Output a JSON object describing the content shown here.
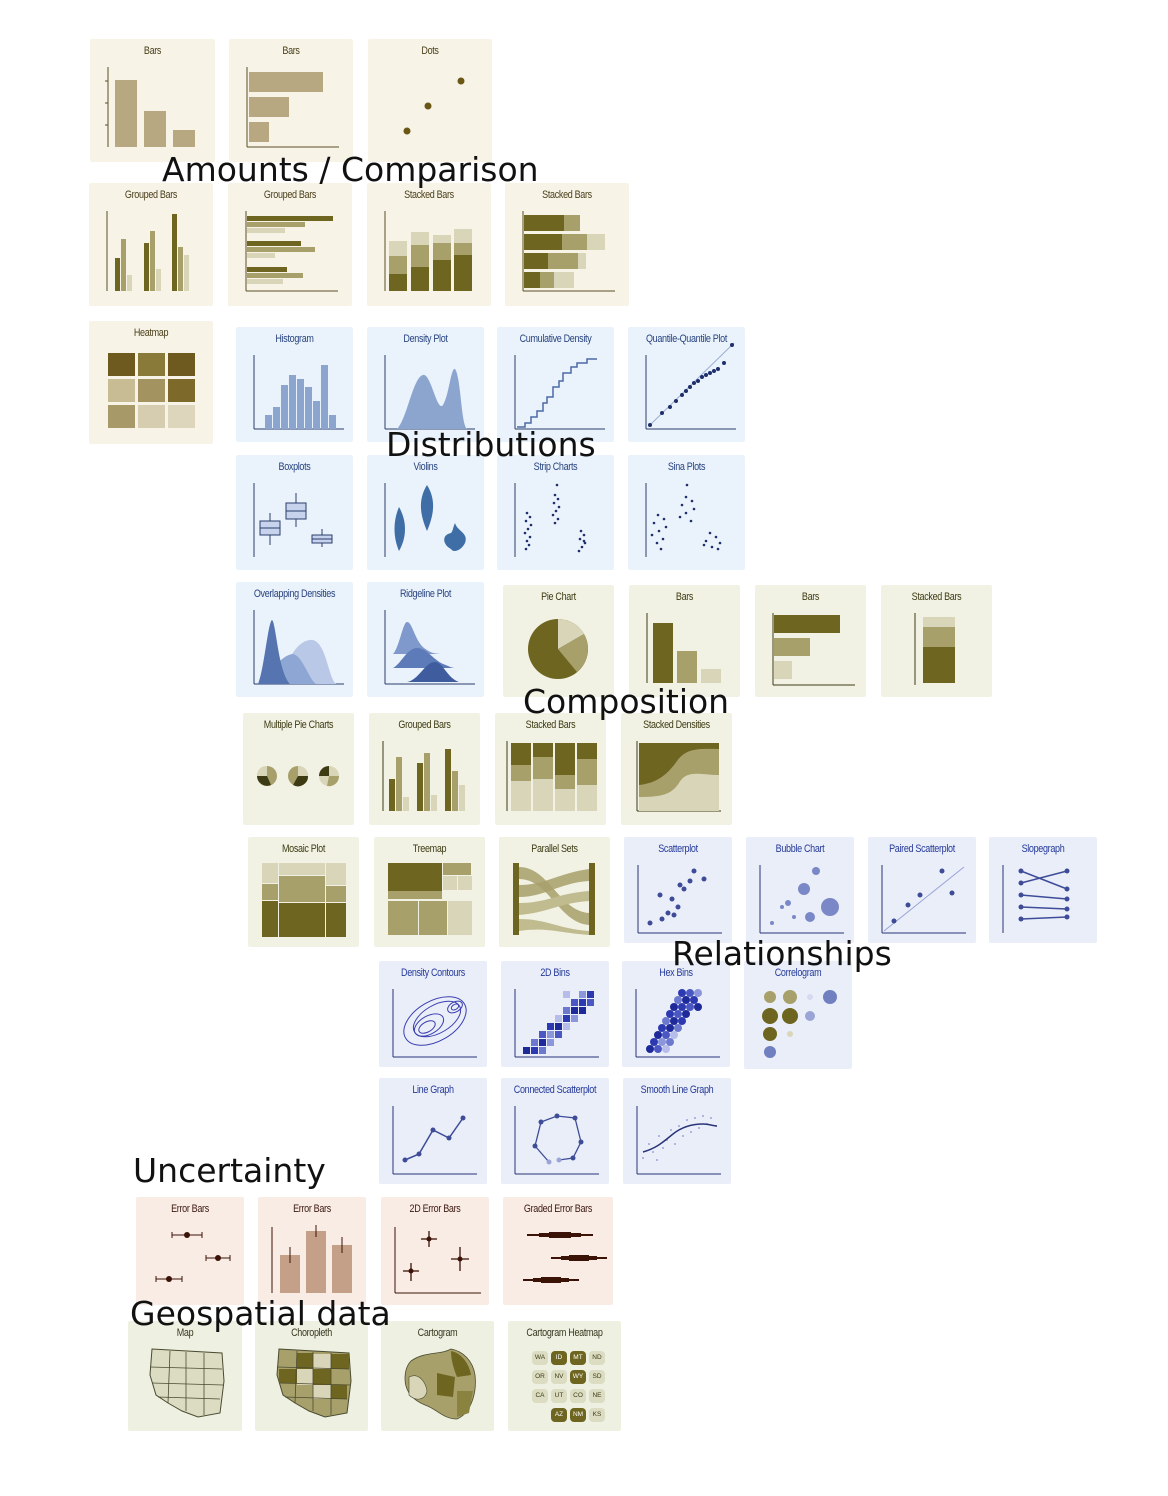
{
  "colors": {
    "amounts_bg": "#f7f3e7",
    "distributions_bg": "#eaf2fb",
    "composition_bg": "#f2f2e4",
    "relationships_bg": "#eaeef9",
    "uncertainty_bg": "#f9ece5",
    "geospatial_bg": "#eef1e2",
    "olive_dark": "#6e6520",
    "olive_mid": "#a7a06b",
    "olive_light": "#d9d5b8",
    "tan": "#b7a882",
    "blue_dist": "#8ca5cf",
    "blue_dark": "#2c3f8c",
    "blue_rel": "#6f7fbf",
    "brown_unc": "#3a1206",
    "tan_unc": "#c4a088"
  },
  "categories": {
    "amounts": "Amounts / Comparison",
    "distributions": "Distributions",
    "composition": "Composition",
    "relationships": "Relationships",
    "uncertainty": "Uncertainty",
    "geospatial": "Geospatial data"
  },
  "tiles": {
    "amt_bars_v": "Bars",
    "amt_bars_h": "Bars",
    "amt_dots": "Dots",
    "amt_grouped_v": "Grouped Bars",
    "amt_grouped_h": "Grouped Bars",
    "amt_stacked_v": "Stacked Bars",
    "amt_stacked_h": "Stacked Bars",
    "amt_heatmap": "Heatmap",
    "dist_histogram": "Histogram",
    "dist_density": "Density Plot",
    "dist_cumulative": "Cumulative Density",
    "dist_qq": "Quantile-Quantile Plot",
    "dist_boxplots": "Boxplots",
    "dist_violins": "Violins",
    "dist_strip": "Strip Charts",
    "dist_sina": "Sina Plots",
    "dist_overlapping": "Overlapping Densities",
    "dist_ridgeline": "Ridgeline Plot",
    "comp_pie": "Pie Chart",
    "comp_bars_v": "Bars",
    "comp_bars_h": "Bars",
    "comp_stacked_single": "Stacked Bars",
    "comp_multi_pie": "Multiple Pie Charts",
    "comp_grouped": "Grouped Bars",
    "comp_stacked": "Stacked Bars",
    "comp_stacked_dens": "Stacked Densities",
    "comp_mosaic": "Mosaic Plot",
    "comp_treemap": "Treemap",
    "comp_parallel": "Parallel Sets",
    "rel_scatter": "Scatterplot",
    "rel_bubble": "Bubble Chart",
    "rel_paired": "Paired Scatterplot",
    "rel_slope": "Slopegraph",
    "rel_contours": "Density Contours",
    "rel_2dbins": "2D Bins",
    "rel_hexbins": "Hex Bins",
    "rel_correlogram": "Correlogram",
    "rel_line": "Line Graph",
    "rel_connected": "Connected Scatterplot",
    "rel_smooth": "Smooth Line Graph",
    "unc_errbars_pt": "Error Bars",
    "unc_errbars_bar": "Error Bars",
    "unc_2d": "2D Error Bars",
    "unc_graded": "Graded Error Bars",
    "geo_map": "Map",
    "geo_choropleth": "Choropleth",
    "geo_cartogram": "Cartogram",
    "geo_cart_heatmap": "Cartogram Heatmap"
  },
  "state_codes": {
    "r1": [
      "WA",
      "ID",
      "MT",
      "ND"
    ],
    "r2": [
      "OR",
      "NV",
      "WY",
      "SD"
    ],
    "r3": [
      "CA",
      "UT",
      "CO",
      "NE"
    ],
    "r4": [
      "AZ",
      "NM",
      "KS"
    ]
  }
}
